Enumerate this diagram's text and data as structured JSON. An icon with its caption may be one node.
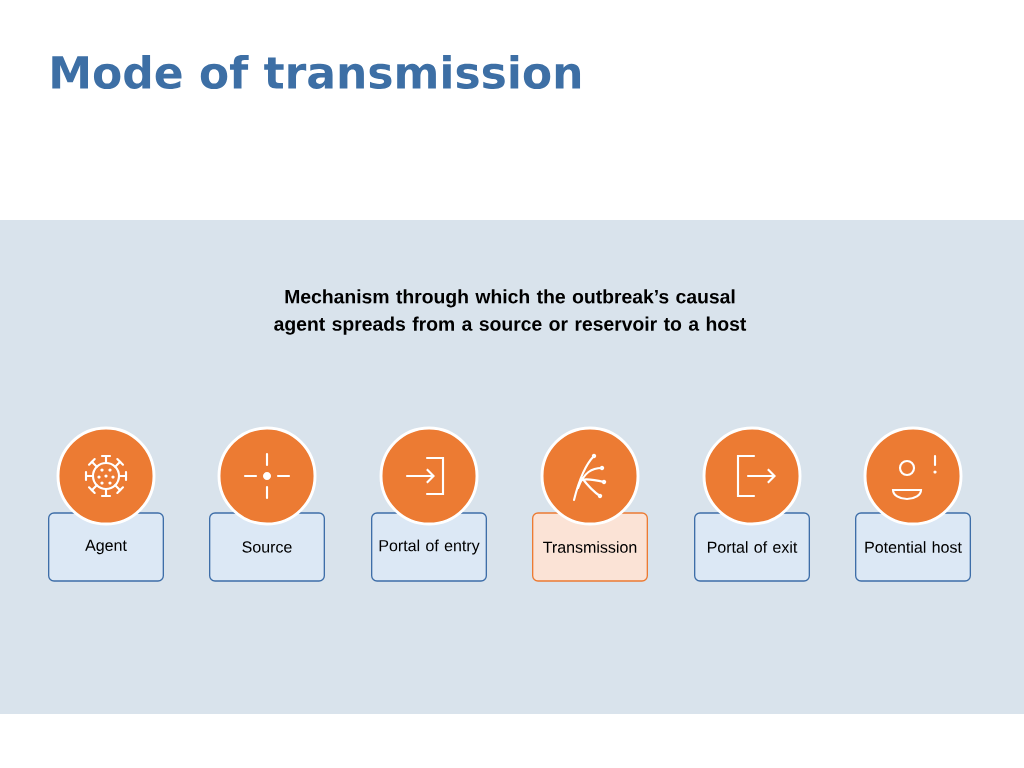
{
  "diagram": {
    "title": "Mode of transmission",
    "nodes": [
      {
        "text": [
          "Agent"
        ]
      },
      {
        "text": [
          "Source"
        ]
      },
      {
        "text": [
          "Portal of entry"
        ]
      },
      {
        "text": [
          "Transmission"
        ]
      },
      {
        "text": [
          "Portal of exit"
        ]
      },
      {
        "text": [
          "Potential host"
        ]
      }
    ],
    "labels": [
      "Mechanism through which the outbreak’s causal agent spreads from a source or reservoir to a host"
    ]
  }
}
